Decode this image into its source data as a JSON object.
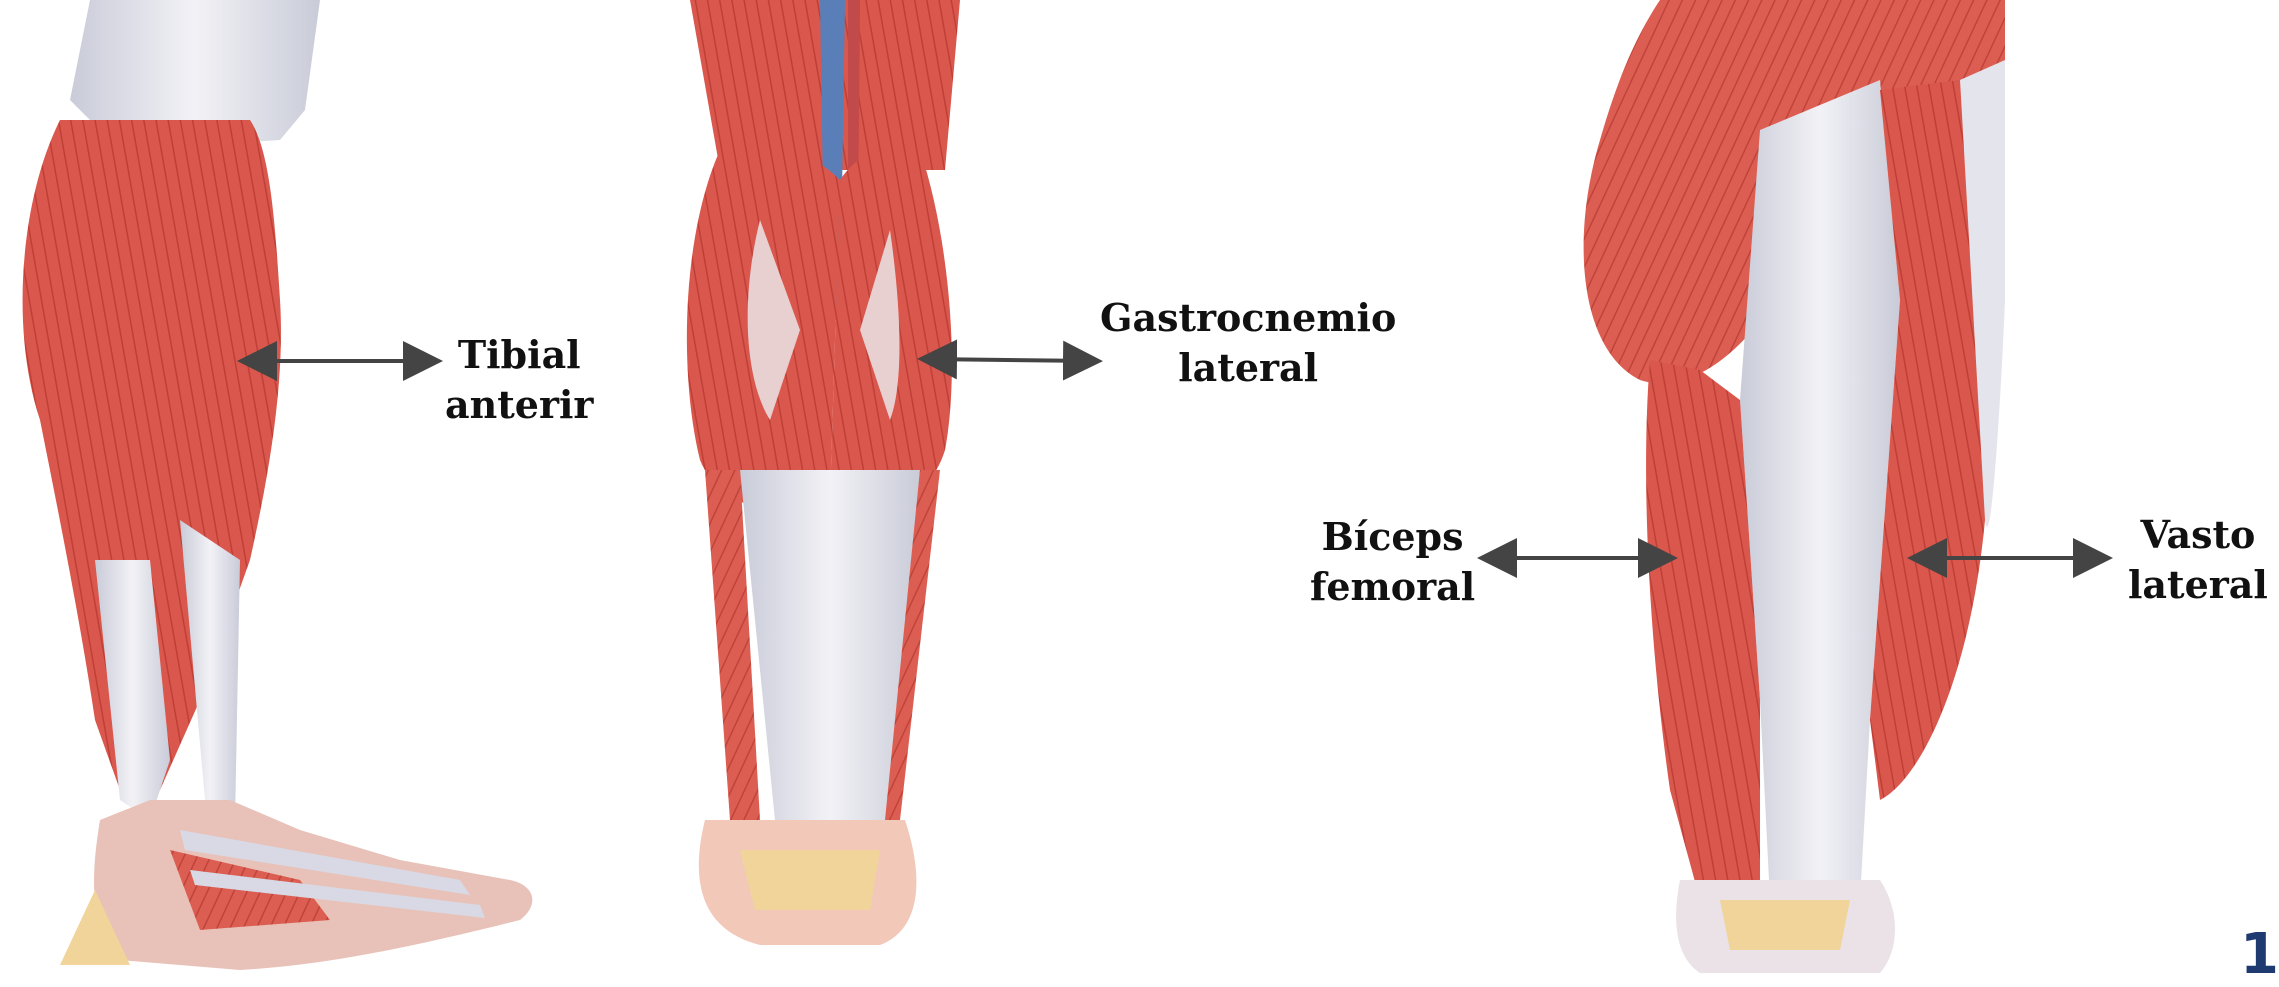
{
  "labels": {
    "tibial_anterior": {
      "line1": "Tibial",
      "line2": "anterir"
    },
    "gastrocnemio_lateral": {
      "line1": "Gastrocnemio",
      "line2": "lateral"
    },
    "biceps_femoral": {
      "line1": "Bíceps",
      "line2": "femoral"
    },
    "vasto_lateral": {
      "line1": "Vasto",
      "line2": "lateral"
    }
  },
  "page_number": "1",
  "colors": {
    "muscle": "#d9574c",
    "muscle_dark": "#b53a33",
    "tendon": "#e3e3ea",
    "bone": "#f0d49a",
    "arrow": "#444444",
    "label_text": "#111111",
    "page_number": "#1f3a70"
  }
}
